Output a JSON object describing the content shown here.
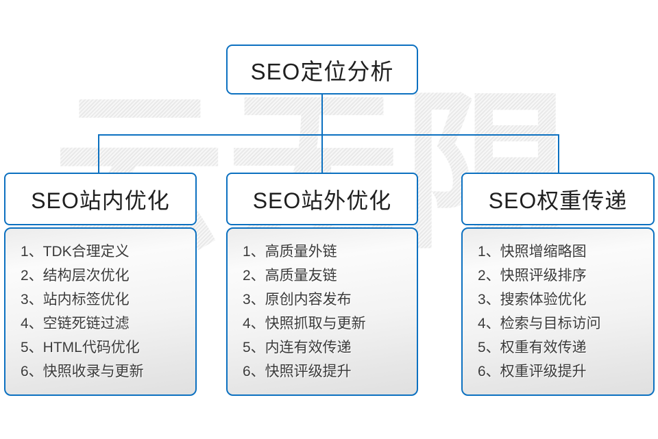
{
  "watermark": {
    "text": "云无限"
  },
  "diagram": {
    "root": {
      "title": "SEO定位分析"
    },
    "branches": [
      {
        "title": "SEO站内优化",
        "items": [
          "1、TDK合理定义",
          "2、结构层次优化",
          "3、站内标签优化",
          "4、空链死链过滤",
          "5、HTML代码优化",
          "6、快照收录与更新"
        ]
      },
      {
        "title": "SEO站外优化",
        "items": [
          "1、高质量外链",
          "2、高质量友链",
          "3、原创内容发布",
          "4、快照抓取与更新",
          "5、内连有效传递",
          "6、快照评级提升"
        ]
      },
      {
        "title": "SEO权重传递",
        "items": [
          "1、快照增缩略图",
          "2、快照评级排序",
          "3、搜索体验优化",
          "4、检索与目标访问",
          "5、权重有效传递",
          "6、权重评级提升"
        ]
      }
    ]
  },
  "colors": {
    "accent_blue": "#0b70c0",
    "header_text": "#1f1f1f",
    "list_text": "#3a3a3a",
    "watermark_gray": "#ededed",
    "background": "#ffffff"
  }
}
